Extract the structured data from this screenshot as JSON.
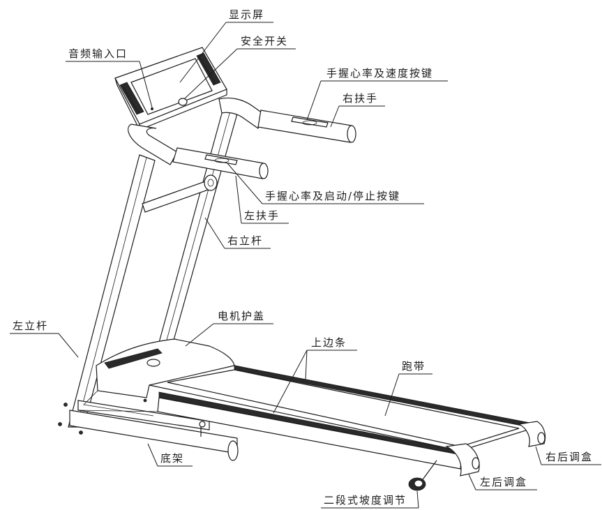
{
  "labels": {
    "display": "显示屏",
    "safety_switch": "安全开关",
    "audio_input": "音频输入口",
    "pulse_speed_keys": "手握心率及速度按键",
    "right_handrail": "右扶手",
    "pulse_start_stop_keys": "手握心率及启动/停止按键",
    "left_handrail": "左扶手",
    "right_upright": "右立杆",
    "left_upright": "左立杆",
    "motor_cover": "电机护盖",
    "side_rail": "上边条",
    "running_belt": "跑带",
    "right_rear_cap": "右后调盒",
    "base_frame": "底架",
    "left_rear_cap": "左后调盒",
    "incline_adjust": "二段式坡度调节"
  }
}
